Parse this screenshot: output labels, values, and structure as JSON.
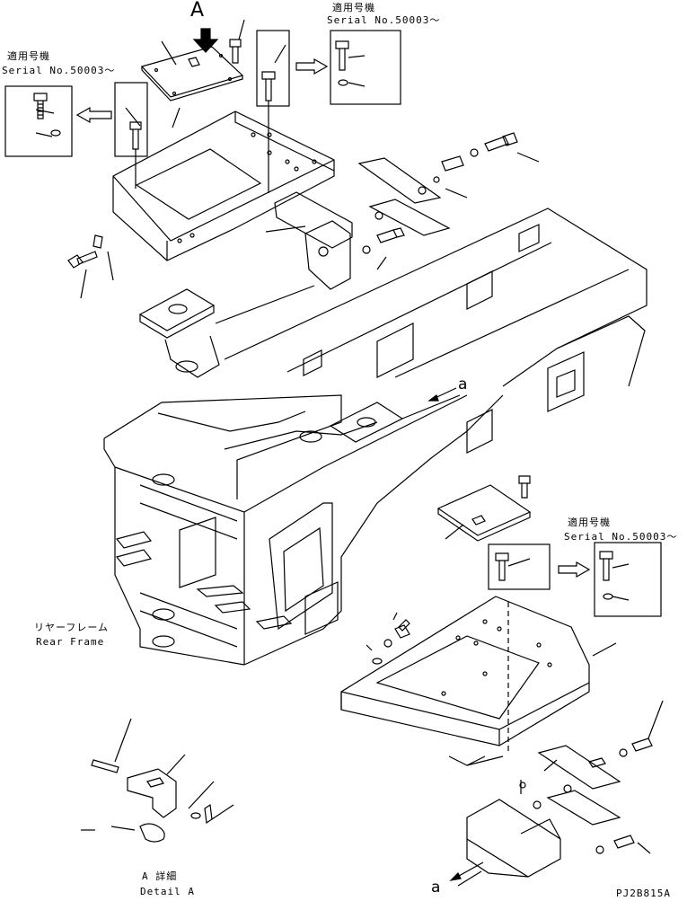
{
  "view_label": "A",
  "serial_notes": [
    {
      "jp": "適用号機",
      "en": "Serial No.50003～"
    },
    {
      "jp": "適用号機",
      "en": "Serial No.50003～"
    },
    {
      "jp": "適用号機",
      "en": "Serial No.50003～"
    }
  ],
  "rear_frame": {
    "jp": "リヤーフレーム",
    "en": "Rear Frame"
  },
  "detail": {
    "jp": "A 詳細",
    "en": "Detail A"
  },
  "connector_label": "a",
  "drawing_code": "PJ2B815A"
}
